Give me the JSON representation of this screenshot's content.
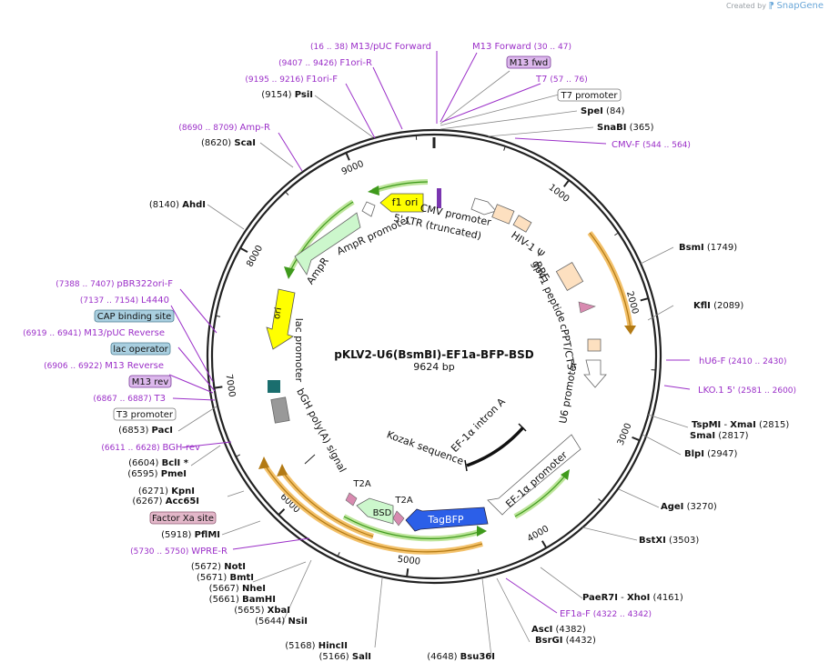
{
  "brand": {
    "created_by": "Created by",
    "app": "SnapGene"
  },
  "plasmid": {
    "name": "pKLV2-U6(BsmBI)-EF1a-BFP-BSD",
    "size": "9624 bp"
  },
  "colors": {
    "primer": "#9b2fc8",
    "backbone": "#222222",
    "promoter_fill": "#ffffff",
    "feature_fill": "#fde0c0",
    "amp_fill": "#ccf7cc",
    "ori_fill": "#ffff00",
    "tagbfp_fill": "#2c5fe8",
    "bsd_fill": "#ccf7cc",
    "t2a_fill": "#d88ab0",
    "gray_fill": "#999999",
    "orange_arc": "#f0a630",
    "green_arc": "#3f9a1c"
  },
  "ruler": {
    "ticks": [
      "1000",
      "2000",
      "3000",
      "4000",
      "5000",
      "6000",
      "7000",
      "8000",
      "9000"
    ]
  },
  "enzymes": [
    {
      "name": "PsiI",
      "pos": "(9154)"
    },
    {
      "name": "ScaI",
      "pos": "(8620)"
    },
    {
      "name": "AhdI",
      "pos": "(8140)"
    },
    {
      "name": "PacI",
      "pos": "(6853)"
    },
    {
      "name": "BclI *",
      "pos": "(6604)"
    },
    {
      "name": "PmeI",
      "pos": "(6595)"
    },
    {
      "name": "KpnI",
      "pos": "(6271)"
    },
    {
      "name": "Acc65I",
      "pos": "(6267)"
    },
    {
      "name": "PflMI",
      "pos": "(5918)"
    },
    {
      "name": "NotI",
      "pos": "(5672)"
    },
    {
      "name": "BmtI",
      "pos": "(5671)"
    },
    {
      "name": "NheI",
      "pos": "(5667)"
    },
    {
      "name": "BamHI",
      "pos": "(5661)"
    },
    {
      "name": "XbaI",
      "pos": "(5655)"
    },
    {
      "name": "NsiI",
      "pos": "(5644)"
    },
    {
      "name": "HincII",
      "pos": "(5168)"
    },
    {
      "name": "SalI",
      "pos": "(5166)"
    },
    {
      "name": "Bsu36I",
      "pos": "(4648)"
    },
    {
      "name": "BsrGI",
      "pos": "(4432)"
    },
    {
      "name": "AscI",
      "pos": "(4382)"
    },
    {
      "name": "PaeR7I",
      "name2": "XhoI",
      "pos": "(4161)"
    },
    {
      "name": "BstXI",
      "pos": "(3503)"
    },
    {
      "name": "AgeI",
      "pos": "(3270)"
    },
    {
      "name": "BlpI",
      "pos": "(2947)"
    },
    {
      "name": "SmaI",
      "pos": "(2817)"
    },
    {
      "name": "TspMI",
      "name2": "XmaI",
      "pos": "(2815)"
    },
    {
      "name": "KflI",
      "pos": "(2089)"
    },
    {
      "name": "BsmI",
      "pos": "(1749)"
    },
    {
      "name": "SnaBI",
      "pos": "(365)"
    },
    {
      "name": "SpeI",
      "pos": "(84)"
    }
  ],
  "primers": [
    {
      "name": "M13/pUC Forward",
      "range": "(16 .. 38)"
    },
    {
      "name": "M13 Forward",
      "range": "(30 .. 47)"
    },
    {
      "name": "F1ori-R",
      "range": "(9407 .. 9426)"
    },
    {
      "name": "F1ori-F",
      "range": "(9195 .. 9216)"
    },
    {
      "name": "T7",
      "range": "(57 .. 76)"
    },
    {
      "name": "Amp-R",
      "range": "(8690 .. 8709)"
    },
    {
      "name": "CMV-F",
      "range": "(544 .. 564)"
    },
    {
      "name": "pBR322ori-F",
      "range": "(7388 .. 7407)"
    },
    {
      "name": "L4440",
      "range": "(7137 .. 7154)"
    },
    {
      "name": "M13/pUC Reverse",
      "range": "(6919 .. 6941)"
    },
    {
      "name": "M13 Reverse",
      "range": "(6906 .. 6922)"
    },
    {
      "name": "T3",
      "range": "(6867 .. 6887)"
    },
    {
      "name": "BGH-rev",
      "range": "(6611 .. 6628)"
    },
    {
      "name": "WPRE-R",
      "range": "(5730 .. 5750)"
    },
    {
      "name": "hU6-F",
      "range": "(2410 .. 2430)"
    },
    {
      "name": "LKO.1 5'",
      "range": "(2581 .. 2600)"
    },
    {
      "name": "EF1a-F",
      "range": "(4322 .. 4342)"
    }
  ],
  "boxed_labels": [
    {
      "name": "M13 fwd"
    },
    {
      "name": "T7 promoter"
    },
    {
      "name": "CAP binding site"
    },
    {
      "name": "lac operator"
    },
    {
      "name": "M13 rev"
    },
    {
      "name": "T3 promoter"
    },
    {
      "name": "Factor Xa site"
    }
  ],
  "features": [
    {
      "name": "f1 ori"
    },
    {
      "name": "AmpR promoter"
    },
    {
      "name": "AmpR"
    },
    {
      "name": "ori"
    },
    {
      "name": "lac promoter"
    },
    {
      "name": "bGH poly(A) signal"
    },
    {
      "name": "CMV promoter"
    },
    {
      "name": "5' LTR (truncated)"
    },
    {
      "name": "HIV-1 Ψ"
    },
    {
      "name": "RRE"
    },
    {
      "name": "gp41 peptide"
    },
    {
      "name": "cPPT/CTS"
    },
    {
      "name": "U6 promoter"
    },
    {
      "name": "EF-1α intron A"
    },
    {
      "name": "Kozak sequence"
    },
    {
      "name": "EF-1α promoter"
    },
    {
      "name": "TagBFP"
    },
    {
      "name": "T2A"
    },
    {
      "name": "BSD"
    },
    {
      "name": "T2A"
    }
  ]
}
